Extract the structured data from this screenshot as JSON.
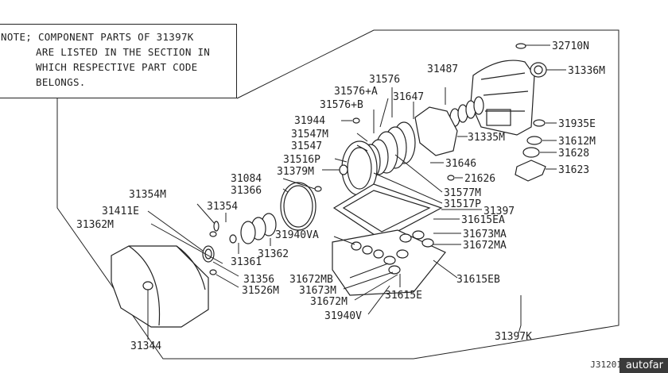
{
  "note": {
    "lines": [
      "NOTE; COMPONENT PARTS OF 31397K",
      "ARE LISTED IN THE SECTION IN",
      "WHICH RESPECTIVE PART CODE",
      "BELONGS."
    ]
  },
  "parts": [
    "32710N",
    "31336M",
    "31487",
    "31576",
    "31576+A",
    "31576+B",
    "31647",
    "31944",
    "31547M",
    "31547",
    "31335M",
    "31935E",
    "31612M",
    "31628",
    "31623",
    "31516P",
    "31379M",
    "31646",
    "21626",
    "31084",
    "31366",
    "31577M",
    "31517P",
    "31397",
    "31354M",
    "31354",
    "31615EA",
    "31411E",
    "31362M",
    "31940VA",
    "31673MA",
    "31672MA",
    "31361",
    "31362",
    "31356",
    "31526M",
    "31672MB",
    "31673M",
    "31615EB",
    "31672M",
    "31615E",
    "31940V",
    "31344",
    "31397K"
  ],
  "diagram_code": "J31201",
  "watermark": "autofar"
}
